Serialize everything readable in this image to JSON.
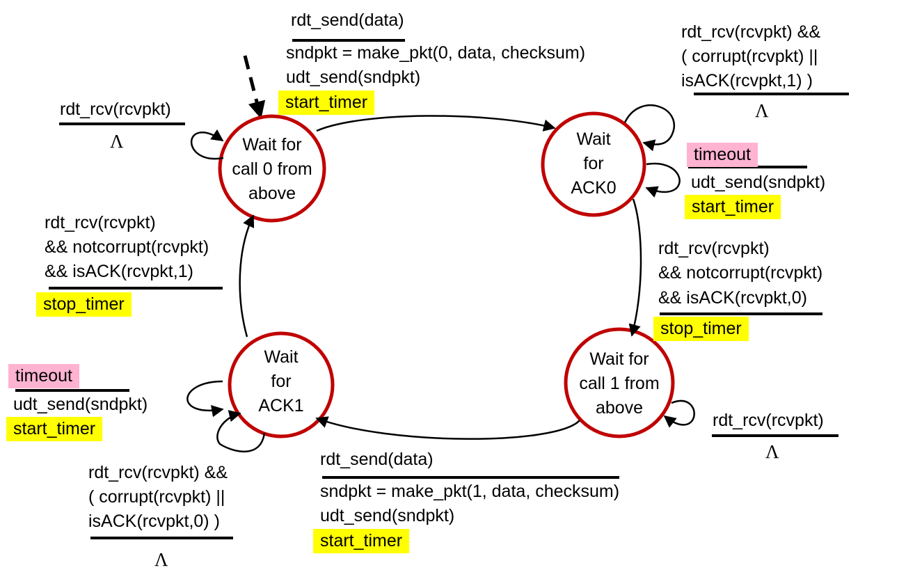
{
  "colors": {
    "state_border": "#c00000",
    "action_highlight": "#ffff00",
    "event_highlight": "#ffb3d1"
  },
  "states": {
    "wait_call0": [
      "Wait for",
      "call 0 from",
      "above"
    ],
    "wait_ack0": [
      "Wait",
      "for",
      "ACK0"
    ],
    "wait_call1": [
      "Wait for",
      "call 1 from",
      "above"
    ],
    "wait_ack1": [
      "Wait",
      "for",
      "ACK1"
    ]
  },
  "transitions": {
    "send0": {
      "event": "rdt_send(data)",
      "actions": [
        "sndpkt = make_pkt(0, data, checksum)",
        "udt_send(sndpkt)"
      ],
      "highlight": "start_timer"
    },
    "call0_self": {
      "event": "rdt_rcv(rcvpkt)",
      "action": "Λ"
    },
    "ack0_corrupt": {
      "event": [
        "rdt_rcv(rcvpkt) &&",
        "( corrupt(rcvpkt) ||",
        "isACK(rcvpkt,1) )"
      ],
      "action": "Λ"
    },
    "ack0_timeout": {
      "event": "timeout",
      "action": "udt_send(sndpkt)",
      "highlight": "start_timer"
    },
    "ack0_ok": {
      "event": [
        "rdt_rcv(rcvpkt)",
        "&& notcorrupt(rcvpkt)",
        "&& isACK(rcvpkt,0)"
      ],
      "highlight": "stop_timer"
    },
    "ack1_ok": {
      "event": [
        "rdt_rcv(rcvpkt)",
        "&& notcorrupt(rcvpkt)",
        "&& isACK(rcvpkt,1)"
      ],
      "highlight": "stop_timer"
    },
    "ack1_timeout": {
      "event": "timeout",
      "action": "udt_send(sndpkt)",
      "highlight": "start_timer"
    },
    "ack1_corrupt": {
      "event": [
        "rdt_rcv(rcvpkt) &&",
        "( corrupt(rcvpkt) ||",
        "isACK(rcvpkt,0) )"
      ],
      "action": "Λ"
    },
    "send1": {
      "event": "rdt_send(data)",
      "actions": [
        "sndpkt = make_pkt(1, data, checksum)",
        "udt_send(sndpkt)"
      ],
      "highlight": "start_timer"
    },
    "call1_self": {
      "event": "rdt_rcv(rcvpkt)",
      "action": "Λ"
    }
  }
}
